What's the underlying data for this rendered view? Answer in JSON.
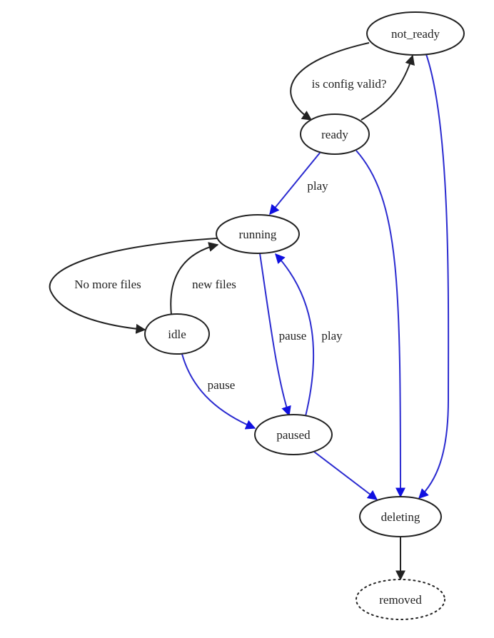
{
  "colors": {
    "black_edge": "#222222",
    "blue_edge": "#2b2bd0"
  },
  "nodes": {
    "not_ready": "not_ready",
    "ready": "ready",
    "running": "running",
    "idle": "idle",
    "paused": "paused",
    "deleting": "deleting",
    "removed": "removed"
  },
  "edges": {
    "not_ready_to_ready": "is config valid?",
    "ready_to_running": "play",
    "running_to_idle": "No more files",
    "idle_to_running": "new files",
    "running_to_paused": "pause",
    "paused_to_running": "play",
    "idle_to_paused": "pause"
  }
}
